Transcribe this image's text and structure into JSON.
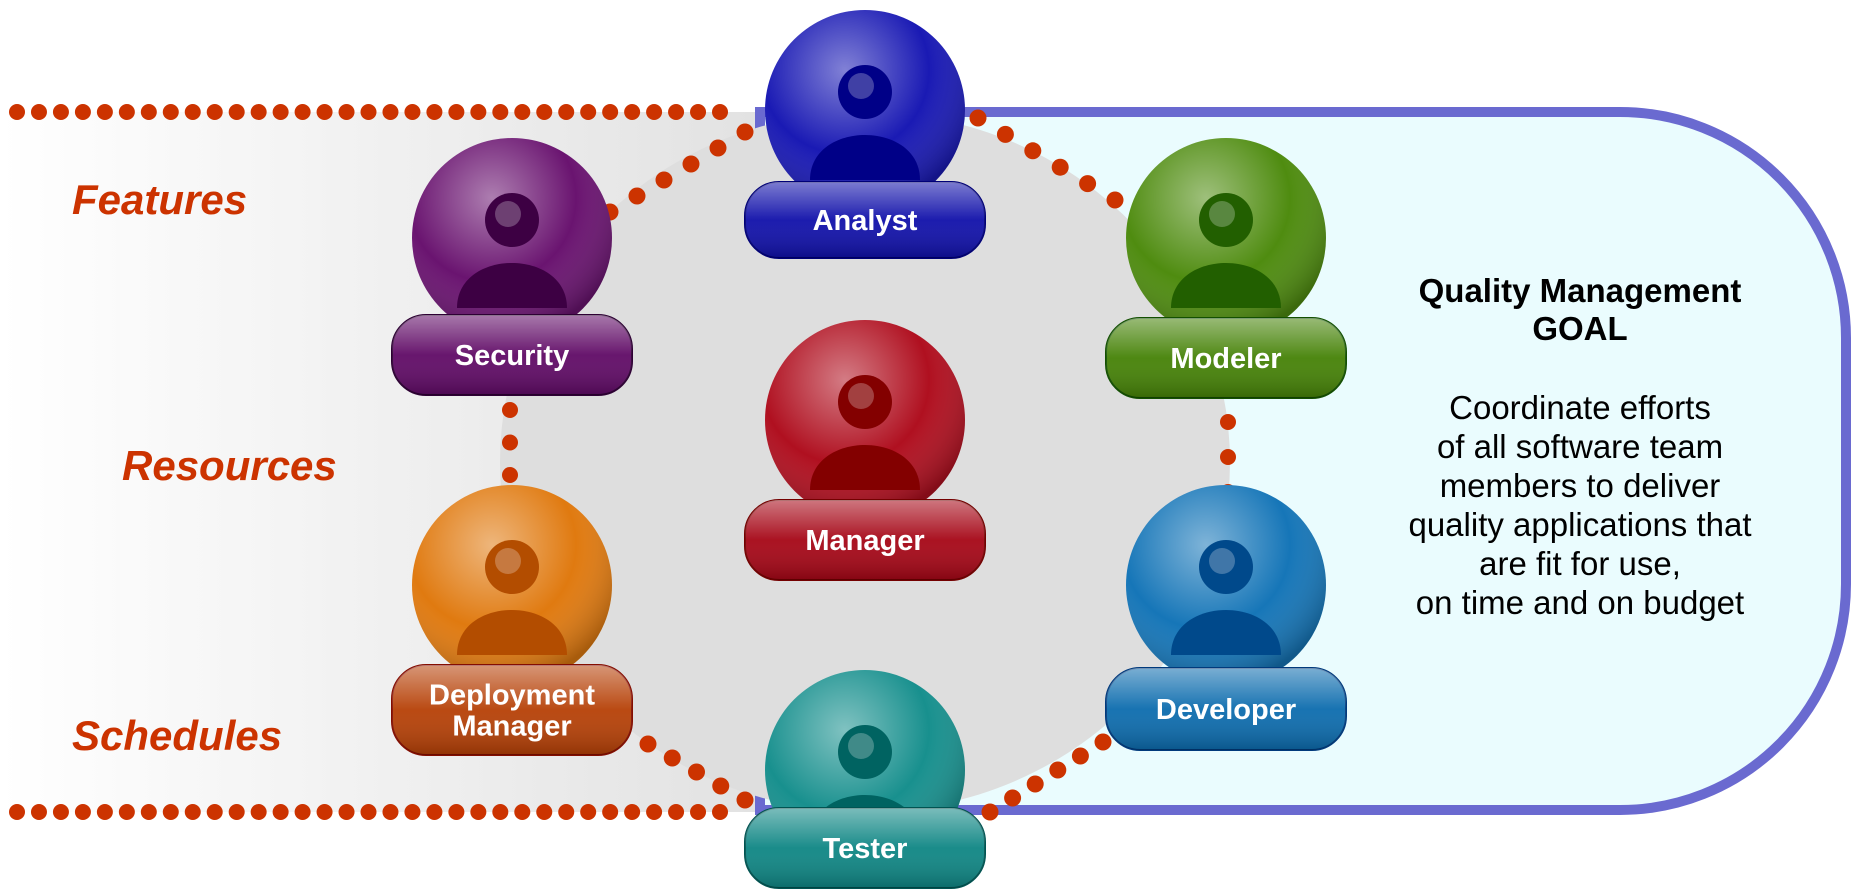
{
  "side_labels": {
    "features": "Features",
    "resources": "Resources",
    "schedules": "Schedules"
  },
  "goal": {
    "title_line1": "Quality Management",
    "title_line2": "GOAL",
    "text_lines": [
      "Coordinate efforts",
      "of all software team",
      "members to deliver",
      "quality applications that",
      "are fit for use,",
      "on time and on budget"
    ]
  },
  "roles": [
    {
      "id": "analyst",
      "label": "Analyst",
      "color": "#1a1ab4"
    },
    {
      "id": "security",
      "label": "Security",
      "color": "#6a1470"
    },
    {
      "id": "modeler",
      "label": "Modeler",
      "color": "#4f8c10"
    },
    {
      "id": "manager",
      "label": "Manager",
      "color": "#b01020"
    },
    {
      "id": "deployment-manager",
      "label_lines": [
        "Deployment",
        "Manager"
      ],
      "color": "#e07a10",
      "pill_color": "#c04a10"
    },
    {
      "id": "developer",
      "label": "Developer",
      "color": "#1676b8"
    },
    {
      "id": "tester",
      "label": "Tester",
      "color": "#18908e"
    }
  ],
  "colors": {
    "dots": "#cc3300",
    "goal_border": "#6a6ad0",
    "goal_fill": "#eafcfe",
    "center_fill": "#dedede"
  }
}
